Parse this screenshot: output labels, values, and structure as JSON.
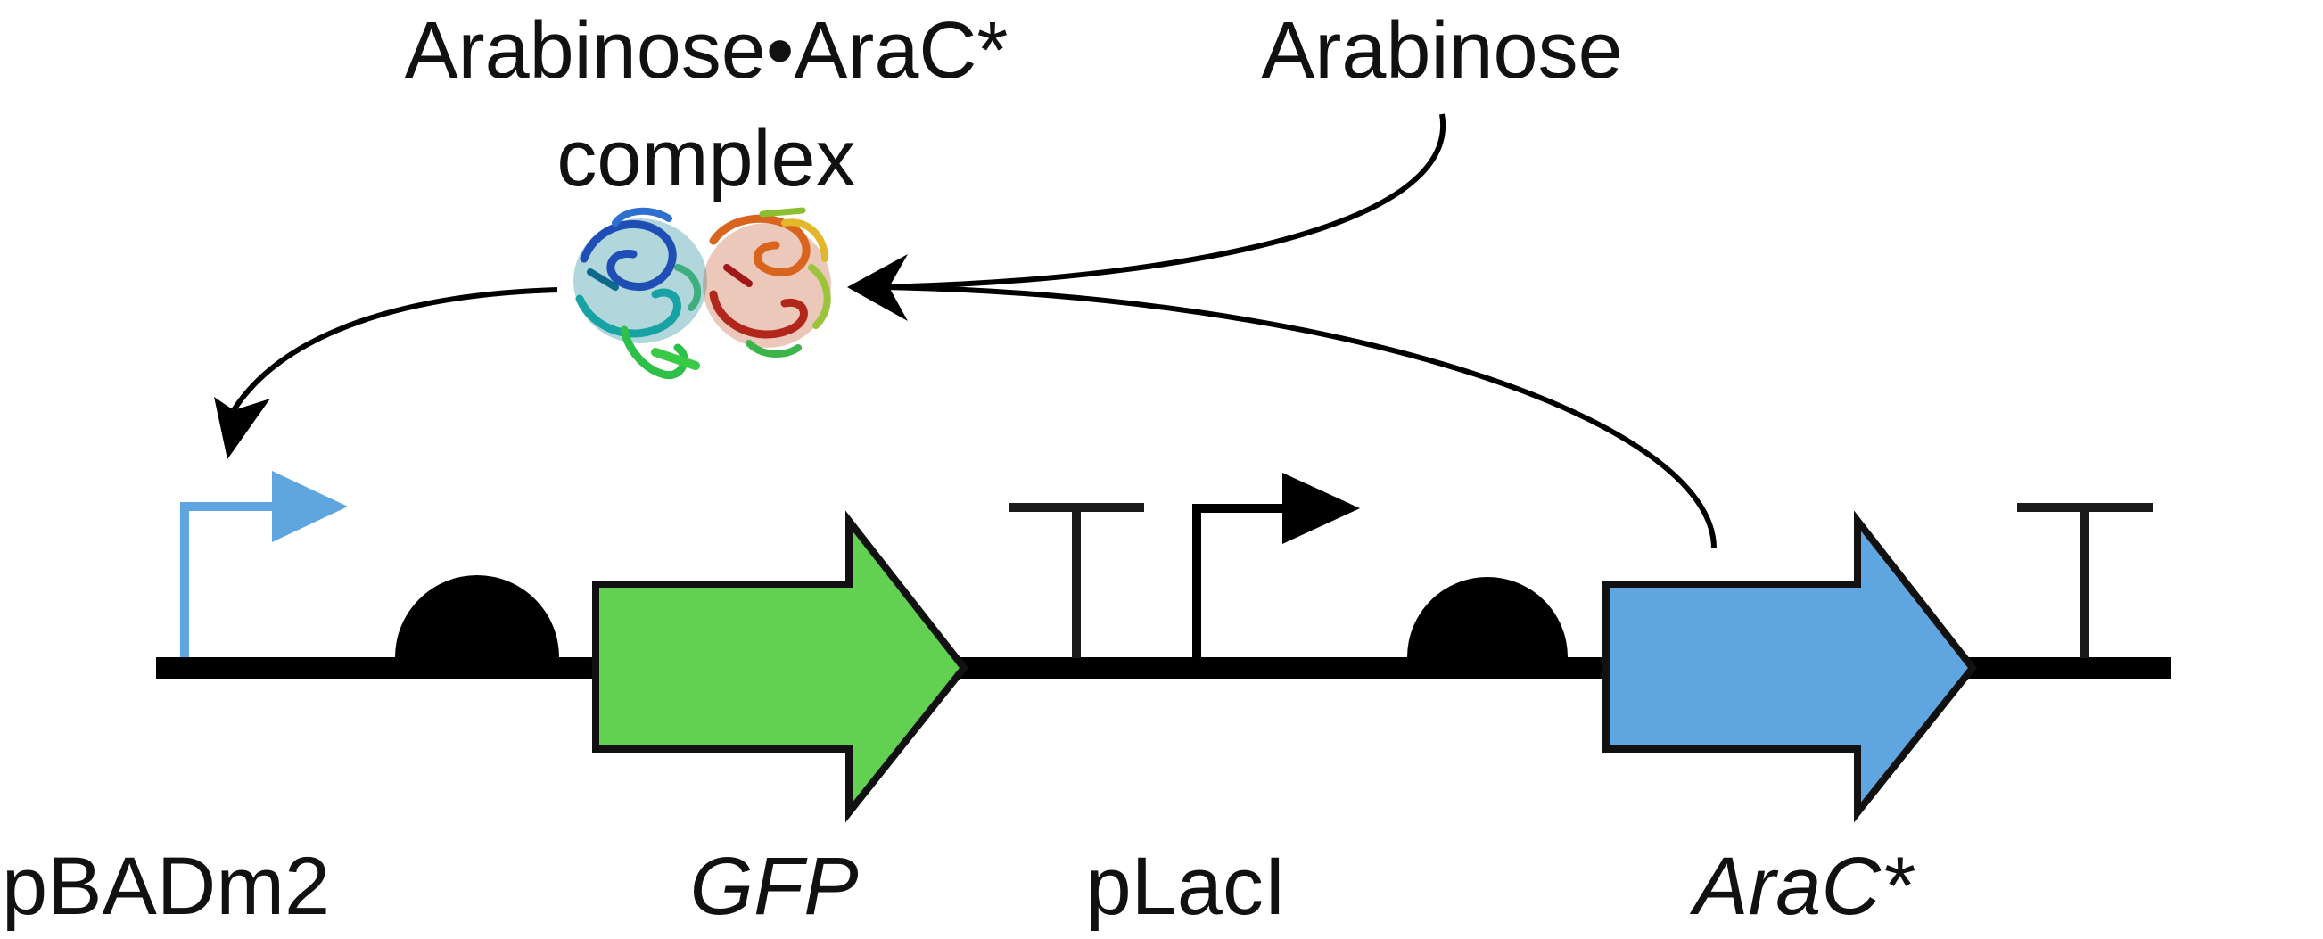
{
  "labels": {
    "complex_line1": "Arabinose•AraC*",
    "complex_line2": "complex",
    "arabinose": "Arabinose"
  },
  "parts": {
    "promoter_bad": "pBADm2",
    "gene_gfp": "GFP",
    "promoter_laci": "pLacI",
    "gene_arac": "AraC*"
  },
  "colors": {
    "backbone": "#000000",
    "gfp_arrow": "#62d152",
    "arac_arrow": "#5fa5df",
    "promoter_bad": "#5fa5df",
    "promoter_laci": "#000000",
    "terminator": "#1a1a1a",
    "rbs": "#000000",
    "protein_left": "#2e6fc0",
    "protein_right": "#c0392b"
  },
  "icons": {
    "protein_structure": "protein-complex-icon"
  }
}
